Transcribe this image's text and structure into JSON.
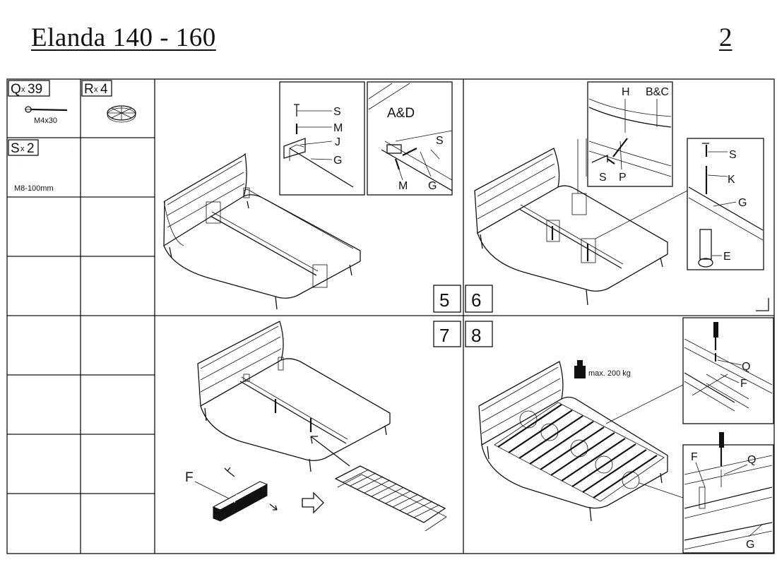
{
  "header": {
    "title": "Elanda 140 - 160",
    "page_number": "2"
  },
  "parts": [
    {
      "letter": "Q",
      "qty": "39",
      "spec": "M4x30",
      "icon": "screw-icon"
    },
    {
      "letter": "R",
      "qty": "4",
      "spec": "",
      "icon": "floor-protector-icon"
    },
    {
      "letter": "S",
      "qty": "2",
      "spec": "M8-100mm",
      "icon": "hex-key-icon"
    }
  ],
  "steps": [
    {
      "number": "5",
      "callouts": [
        "S",
        "M",
        "J",
        "G",
        "A&D",
        "S",
        "M",
        "G"
      ]
    },
    {
      "number": "6",
      "callouts": [
        "H",
        "B&C",
        "S",
        "P",
        "S",
        "K",
        "G",
        "E"
      ]
    },
    {
      "number": "7",
      "callouts": [
        "F"
      ]
    },
    {
      "number": "8",
      "callouts": [
        "Q",
        "F",
        "F",
        "Q",
        "G"
      ],
      "load_label": "max. 200 kg"
    }
  ]
}
